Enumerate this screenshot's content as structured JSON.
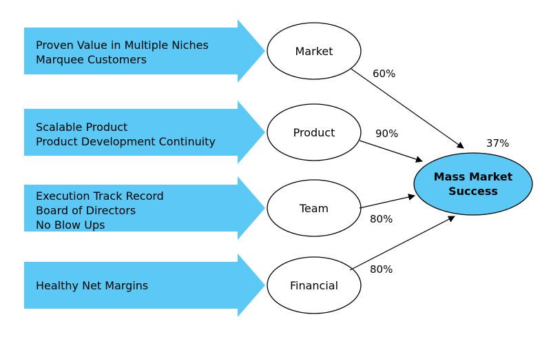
{
  "colors": {
    "arrow_fill": "#5BC8F5",
    "goal_fill": "#5BC8F5",
    "node_fill": "#FFFFFF",
    "stroke": "#000000",
    "line": "#000000"
  },
  "factors": [
    {
      "lines": [
        "Proven Value in Multiple Niches",
        "Marquee Customers"
      ],
      "node": "Market",
      "percent": "60%"
    },
    {
      "lines": [
        "Scalable Product",
        "Product Development Continuity"
      ],
      "node": "Product",
      "percent": "90%"
    },
    {
      "lines": [
        "Execution Track Record",
        "Board of Directors",
        "No Blow Ups"
      ],
      "node": "Team",
      "percent": "80%"
    },
    {
      "lines": [
        "Healthy Net Margins"
      ],
      "node": "Financial",
      "percent": "80%"
    }
  ],
  "goal": {
    "lines": [
      "Mass Market",
      "Success"
    ],
    "percent": "37%"
  }
}
